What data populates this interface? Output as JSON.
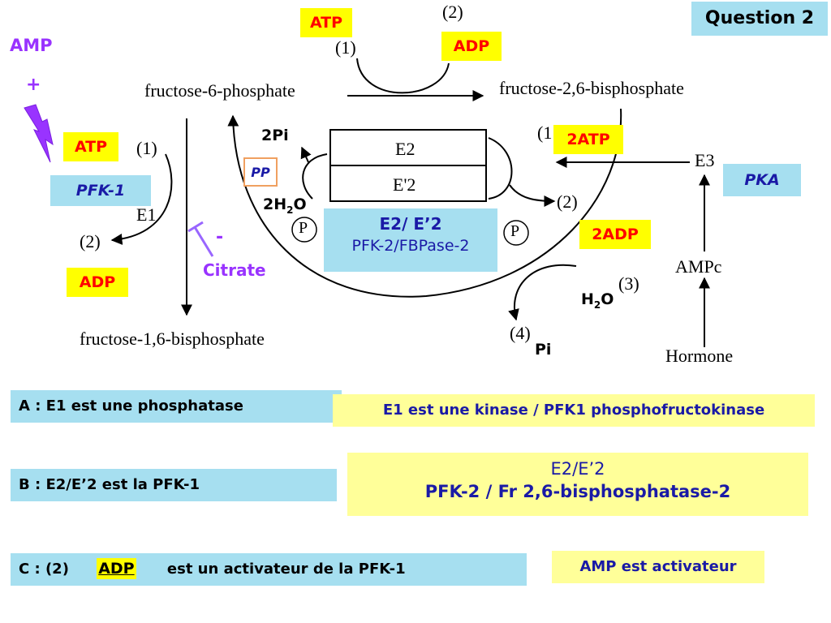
{
  "header": {
    "question": "Question 2"
  },
  "top": {
    "atp": "ATP",
    "adp": "ADP",
    "step1": "(1)",
    "step2": "(2)"
  },
  "metabolites": {
    "f6p": "fructose-6-phosphate",
    "f26bp": "fructose-2,6-bisphosphate",
    "f16bp": "fructose-1,6-bisphosphate"
  },
  "left": {
    "amp": "AMP",
    "plus": "+",
    "atp": "ATP",
    "pfk1": "PFK-1",
    "e1": "E1",
    "step1": "(1)",
    "step2": "(2)",
    "adp": "ADP",
    "minus": "-",
    "citrate": "Citrate"
  },
  "center": {
    "pi2": "2Pi",
    "pp": "PP",
    "h2o_2": "2H",
    "h2o_2_sub": "2",
    "h2o_2_o": "O",
    "e2": "E2",
    "eprime2": "E'2",
    "p_left": "P",
    "p_right": "P",
    "enzyme_title": "E2/ E’2",
    "enzyme_sub": "PFK-2/FBPase-2"
  },
  "right": {
    "step1": "(1",
    "atp2": "2ATP",
    "step2": "(2)",
    "adp2": "2ADP",
    "e3": "E3",
    "pka": "PKA",
    "ampc": "AMPc",
    "hormone": "Hormone",
    "step3": "(3)",
    "h2o": "H",
    "h2o_sub": "2",
    "h2o_o": "O",
    "step4": "(4)",
    "pi": "Pi"
  },
  "questions": {
    "a_label": "A : E1 est une phosphatase",
    "a_answer": "E1 est une kinase / PFK1 phosphofructokinase",
    "b_label": "B : E2/E’2 est la PFK-1",
    "b_answer_1": "E2/E’2",
    "b_answer_2": "PFK-2 / Fr 2,6-bisphosphatase-2",
    "c_label_1": "C : (2)",
    "c_label_adp": "ADP",
    "c_label_2": "est un activateur de la PFK-1",
    "c_answer": "AMP est activateur"
  },
  "colors": {
    "answer_text": "#1a1aa6",
    "purple": "#9933ff",
    "cyan_box": "#a6dff0",
    "yellow_box": "#ffff00",
    "light_yellow": "#ffff99"
  }
}
